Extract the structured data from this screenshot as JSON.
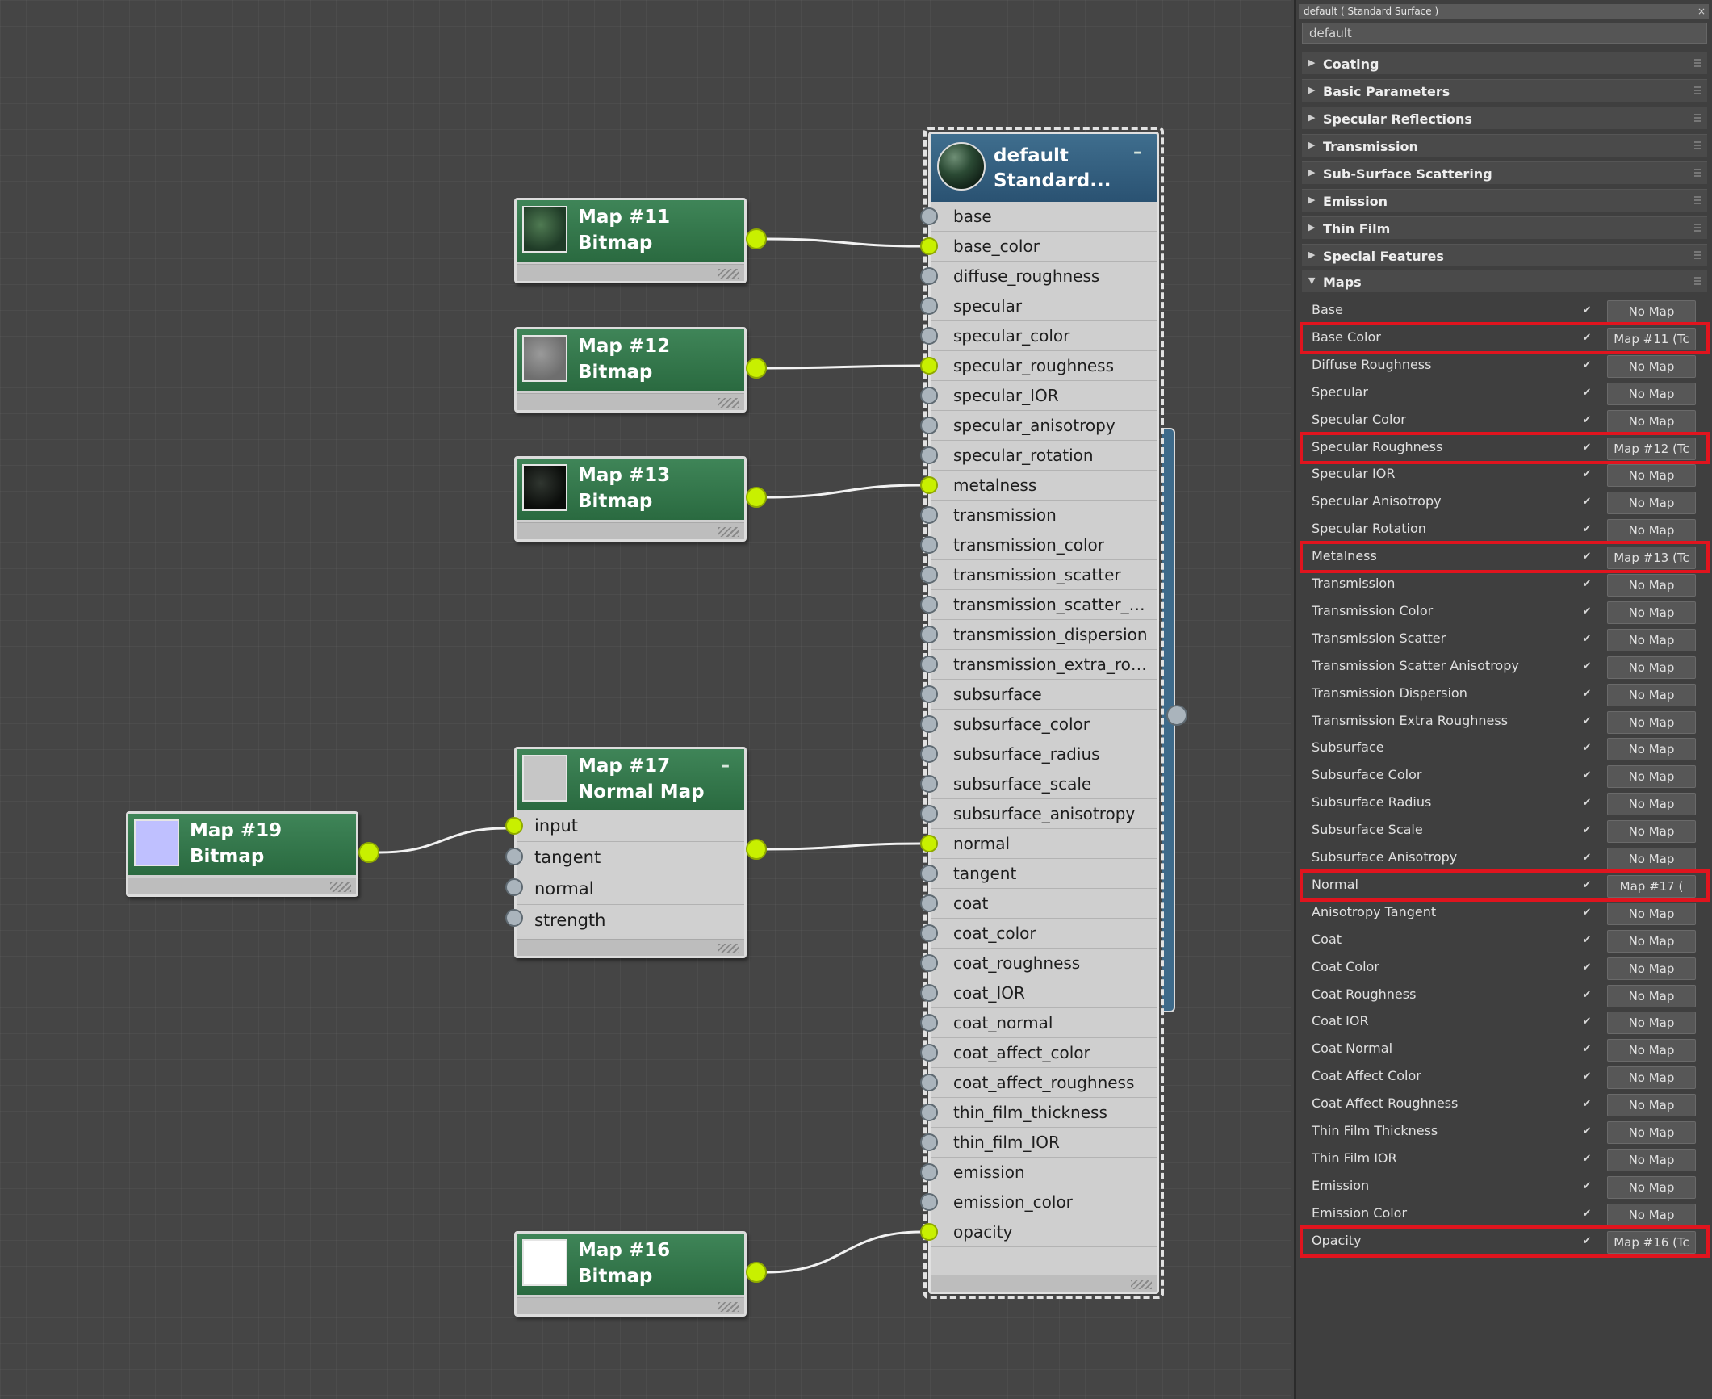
{
  "nodes": {
    "map11": {
      "name": "Map #11",
      "type": "Bitmap"
    },
    "map12": {
      "name": "Map #12",
      "type": "Bitmap"
    },
    "map13": {
      "name": "Map #13",
      "type": "Bitmap"
    },
    "map17": {
      "name": "Map #17",
      "type": "Normal Map",
      "inputs": [
        "input",
        "tangent",
        "normal",
        "strength"
      ]
    },
    "map19": {
      "name": "Map #19",
      "type": "Bitmap"
    },
    "map16": {
      "name": "Map #16",
      "type": "Bitmap"
    },
    "material": {
      "name": "default",
      "type": "Standard...",
      "inputs": [
        "base",
        "base_color",
        "diffuse_roughness",
        "specular",
        "specular_color",
        "specular_roughness",
        "specular_IOR",
        "specular_anisotropy",
        "specular_rotation",
        "metalness",
        "transmission",
        "transmission_color",
        "transmission_scatter",
        "transmission_scatter_ani...",
        "transmission_dispersion",
        "transmission_extra_roug...",
        "subsurface",
        "subsurface_color",
        "subsurface_radius",
        "subsurface_scale",
        "subsurface_anisotropy",
        "normal",
        "tangent",
        "coat",
        "coat_color",
        "coat_roughness",
        "coat_IOR",
        "coat_normal",
        "coat_affect_color",
        "coat_affect_roughness",
        "thin_film_thickness",
        "thin_film_IOR",
        "emission",
        "emission_color",
        "opacity"
      ],
      "connected": [
        "base_color",
        "specular_roughness",
        "metalness",
        "normal",
        "opacity"
      ]
    }
  },
  "panel": {
    "title": "default  ( Standard Surface )",
    "close": "×",
    "material_name": "default",
    "rollouts": [
      "Coating",
      "Basic Parameters",
      "Specular Reflections",
      "Transmission",
      "Sub-Surface Scattering",
      "Emission",
      "Thin Film",
      "Special Features"
    ],
    "maps_rollout": "Maps",
    "maps": [
      {
        "label": "Base",
        "value": "No Map"
      },
      {
        "label": "Base Color",
        "value": "Map #11 (Tc",
        "highlight": true
      },
      {
        "label": "Diffuse Roughness",
        "value": "No Map"
      },
      {
        "label": "Specular",
        "value": "No Map"
      },
      {
        "label": "Specular Color",
        "value": "No Map"
      },
      {
        "label": "Specular Roughness",
        "value": "Map #12 (Tc",
        "highlight": true
      },
      {
        "label": "Specular IOR",
        "value": "No Map"
      },
      {
        "label": "Specular Anisotropy",
        "value": "No Map"
      },
      {
        "label": "Specular Rotation",
        "value": "No Map"
      },
      {
        "label": "Metalness",
        "value": "Map #13 (Tc",
        "highlight": true
      },
      {
        "label": "Transmission",
        "value": "No Map"
      },
      {
        "label": "Transmission Color",
        "value": "No Map"
      },
      {
        "label": "Transmission Scatter",
        "value": "No Map"
      },
      {
        "label": "Transmission Scatter Anisotropy",
        "value": "No Map"
      },
      {
        "label": "Transmission Dispersion",
        "value": "No Map"
      },
      {
        "label": "Transmission Extra Roughness",
        "value": "No Map"
      },
      {
        "label": "Subsurface",
        "value": "No Map"
      },
      {
        "label": "Subsurface Color",
        "value": "No Map"
      },
      {
        "label": "Subsurface Radius",
        "value": "No Map"
      },
      {
        "label": "Subsurface Scale",
        "value": "No Map"
      },
      {
        "label": "Subsurface Anisotropy",
        "value": "No Map"
      },
      {
        "label": "Normal",
        "value": "Map #17  (",
        "highlight": true
      },
      {
        "label": "Anisotropy Tangent",
        "value": "No Map"
      },
      {
        "label": "Coat",
        "value": "No Map"
      },
      {
        "label": "Coat Color",
        "value": "No Map"
      },
      {
        "label": "Coat Roughness",
        "value": "No Map"
      },
      {
        "label": "Coat IOR",
        "value": "No Map"
      },
      {
        "label": "Coat Normal",
        "value": "No Map"
      },
      {
        "label": "Coat Affect Color",
        "value": "No Map"
      },
      {
        "label": "Coat Affect Roughness",
        "value": "No Map"
      },
      {
        "label": "Thin Film Thickness",
        "value": "No Map"
      },
      {
        "label": "Thin Film IOR",
        "value": "No Map"
      },
      {
        "label": "Emission",
        "value": "No Map"
      },
      {
        "label": "Emission Color",
        "value": "No Map"
      },
      {
        "label": "Opacity",
        "value": "Map #16 (Tc",
        "highlight": true
      }
    ]
  }
}
